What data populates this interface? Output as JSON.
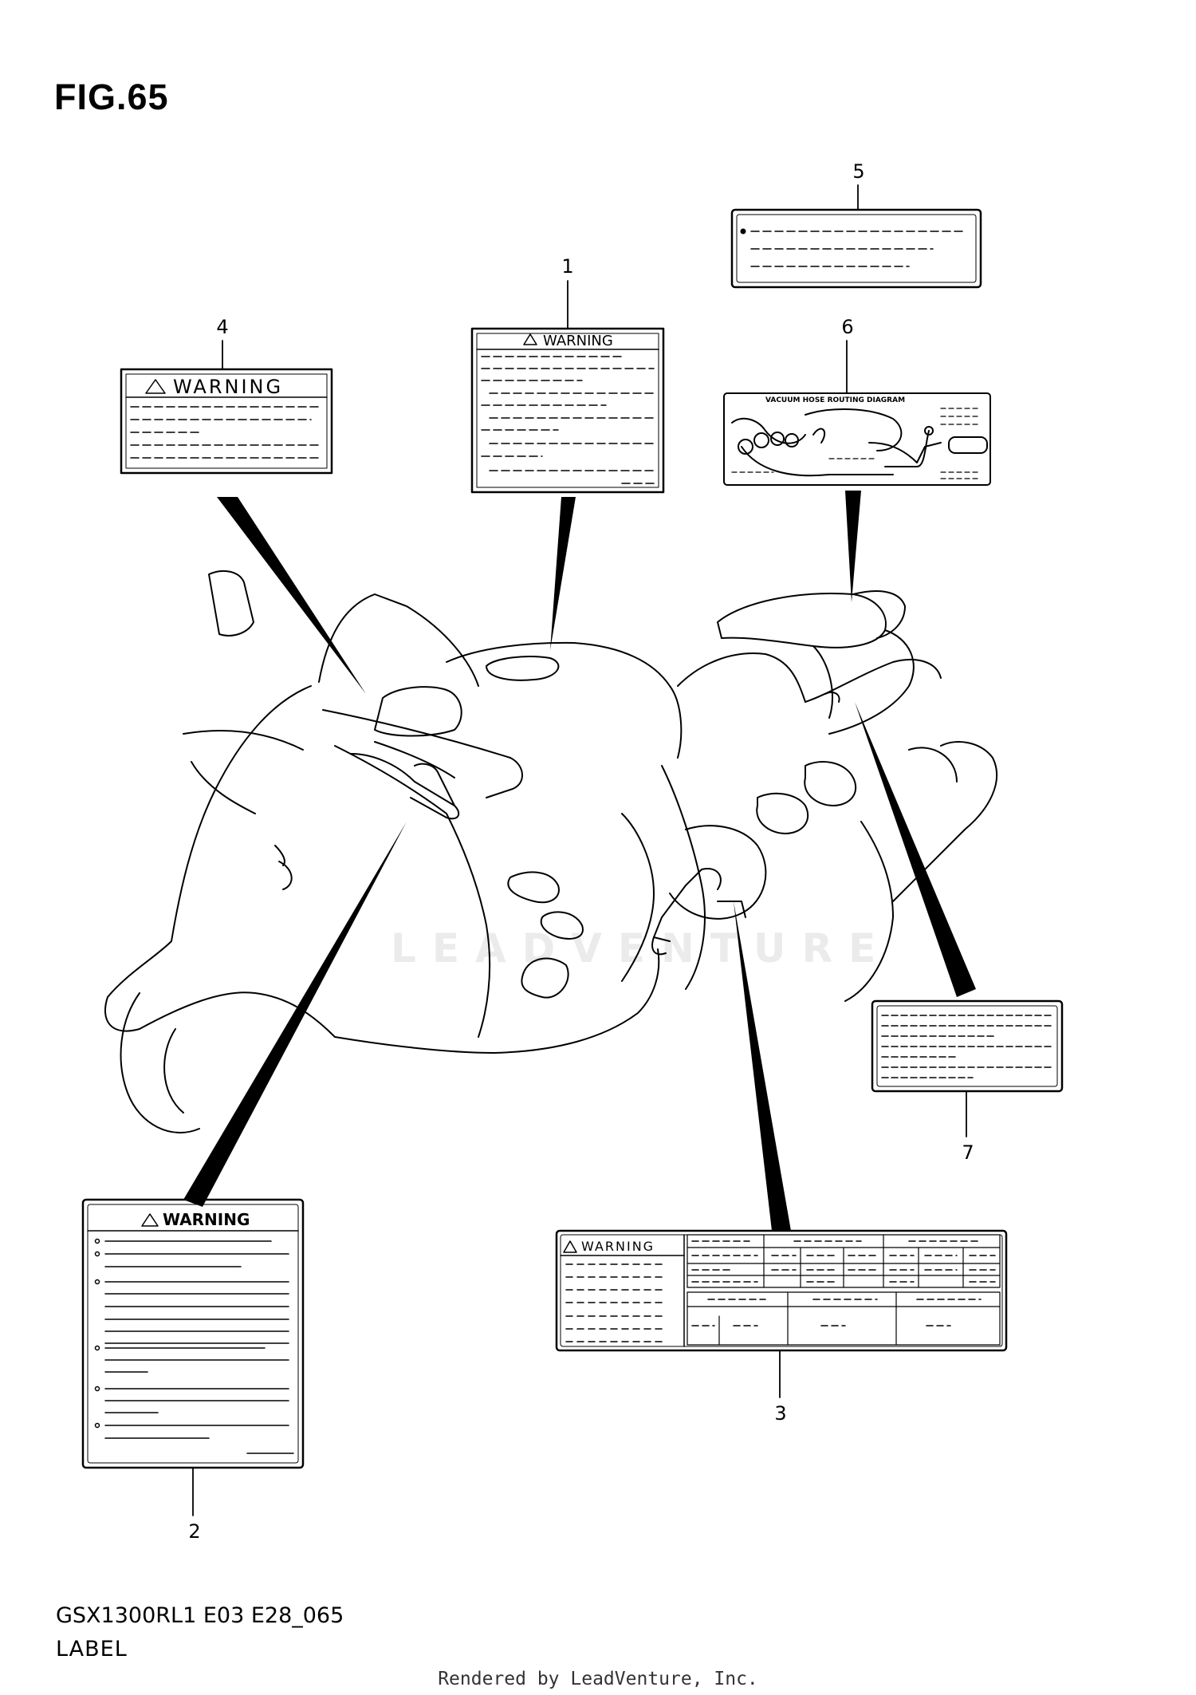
{
  "figure": {
    "title": "FIG.65"
  },
  "callouts": [
    {
      "id": "1",
      "label": "1",
      "heading": "WARNING"
    },
    {
      "id": "2",
      "label": "2",
      "heading": "WARNING"
    },
    {
      "id": "3",
      "label": "3",
      "heading": "WARNING"
    },
    {
      "id": "4",
      "label": "4",
      "heading": "WARNING"
    },
    {
      "id": "5",
      "label": "5",
      "heading": ""
    },
    {
      "id": "6",
      "label": "6",
      "heading": "VACUUM HOSE ROUTING DIAGRAM"
    },
    {
      "id": "7",
      "label": "7",
      "heading": ""
    }
  ],
  "caption": {
    "model_code": "GSX1300RL1 E03 E28_065",
    "section": "LABEL"
  },
  "footer": {
    "rendered_by": "Rendered by LeadVenture, Inc."
  },
  "watermark": {
    "text": "LEADVENTURE",
    "color": "#ebebeb"
  },
  "colors": {
    "line": "#000000",
    "background": "#ffffff"
  }
}
